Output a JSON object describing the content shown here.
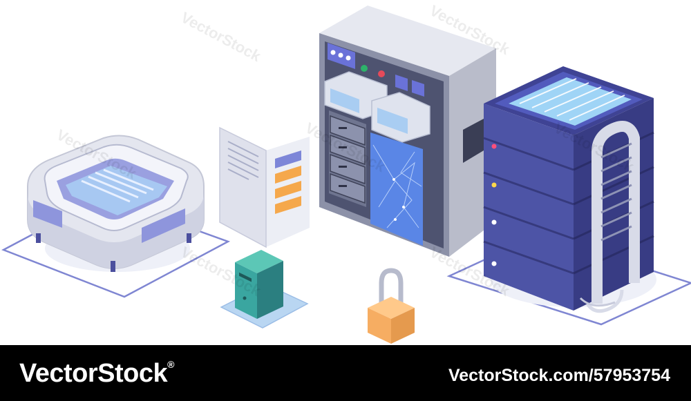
{
  "scene": {
    "watermark_text": "VectorStock",
    "objects": [
      "air-conditioner-unit",
      "folded-document",
      "small-cabinet",
      "open-server-cabinet",
      "padlock",
      "server-rack"
    ],
    "colors": {
      "accent_purple": "#4b4f9e",
      "light_blue": "#8fc4ee",
      "teal": "#3aa6a0",
      "orange": "#f5b067",
      "gray": "#c9ccd8"
    }
  },
  "footer": {
    "brand": "VectorStock",
    "registered_mark": "®",
    "image_id": "VectorStock.com/57953754"
  }
}
